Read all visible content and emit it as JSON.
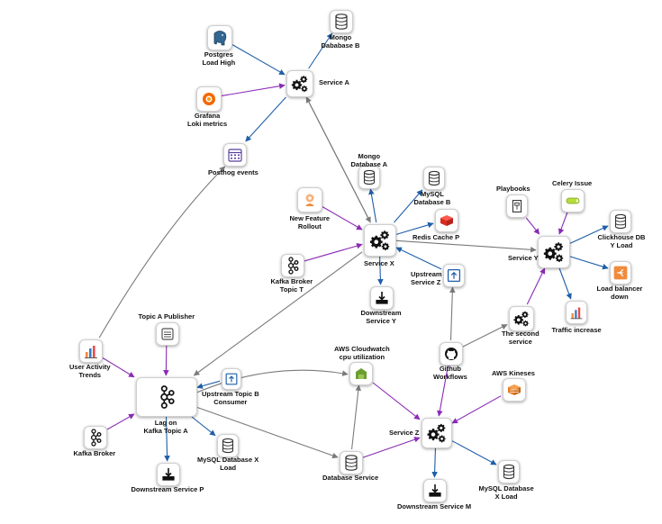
{
  "colors": {
    "blue": "#1f5fa8",
    "purple": "#8a2bb5",
    "gray": "#7a7a7a"
  },
  "nodes": {
    "service_a": {
      "label": "Service A",
      "icon": "gears-icon"
    },
    "mongo_b": {
      "label": "Mongo\nDababase B",
      "icon": "database-icon"
    },
    "postgres": {
      "label": "Postgres\nLoad High",
      "icon": "postgres-elephant-icon"
    },
    "grafana": {
      "label": "Grafana\nLoki metrics",
      "icon": "grafana-icon"
    },
    "posthog": {
      "label": "Posthog events",
      "icon": "calendar-icon"
    },
    "feature_rollout": {
      "label": "New Feature\nRollout",
      "icon": "feature-flag-icon"
    },
    "mongo_a": {
      "label": "Mongo\nDatabase A",
      "icon": "database-icon"
    },
    "mysql_b": {
      "label": "MySQL\nDatabase B",
      "icon": "database-icon"
    },
    "redis_p": {
      "label": "Redis Cache P",
      "icon": "redis-cube-icon"
    },
    "service_x": {
      "label": "Service X",
      "icon": "gears-icon"
    },
    "kafka_t": {
      "label": "Kafka Broker\nTopic T",
      "icon": "kafka-icon"
    },
    "upstream_z": {
      "label": "Upstream\nService Z",
      "icon": "upload-icon"
    },
    "downstream_y": {
      "label": "Downstream\nService Y",
      "icon": "download-tray-icon"
    },
    "playbooks": {
      "label": "Playbooks",
      "icon": "document-icon"
    },
    "celery": {
      "label": "Celery Issue",
      "icon": "celery-icon"
    },
    "clickhouse": {
      "label": "Clickhouse DB\nY Load",
      "icon": "database-icon"
    },
    "service_y": {
      "label": "Service Y",
      "icon": "gears-icon"
    },
    "load_balancer": {
      "label": "Load balancer\ndown",
      "icon": "load-balancer-icon"
    },
    "second_service": {
      "label": "The second\nservice",
      "icon": "gears-icon"
    },
    "traffic": {
      "label": "Traffic increase",
      "icon": "bar-chart-icon"
    },
    "topic_a_pub": {
      "label": "Topic A Publisher",
      "icon": "server-icon"
    },
    "user_trends": {
      "label": "User Activity\nTrends",
      "icon": "bar-chart-icon"
    },
    "kafka_topic_a": {
      "label": "Lag on\nKafka Topic A",
      "icon": "kafka-icon"
    },
    "upstream_b": {
      "label": "Upstream Topic B\nConsumer",
      "icon": "upload-icon"
    },
    "kafka_broker": {
      "label": "Kafka Broker",
      "icon": "kafka-icon"
    },
    "mysql_x_left": {
      "label": "MySQL Database X\nLoad",
      "icon": "database-icon"
    },
    "downstream_p": {
      "label": "Downstream Service P",
      "icon": "download-tray-icon"
    },
    "cloudwatch": {
      "label": "AWS Cloudwatch\ncpu utilization",
      "icon": "cloudwatch-icon"
    },
    "database_service": {
      "label": "Database Service",
      "icon": "database-icon"
    },
    "github": {
      "label": "Github\nWorkflows",
      "icon": "github-icon"
    },
    "service_z": {
      "label": "Service Z",
      "icon": "gears-icon"
    },
    "aws_kineses": {
      "label": "AWS Kineses",
      "icon": "kinesis-icon"
    },
    "downstream_m": {
      "label": "Downstream Service M",
      "icon": "download-tray-icon"
    },
    "mysql_x_right": {
      "label": "MySQL Database\nX Load",
      "icon": "database-icon"
    }
  }
}
